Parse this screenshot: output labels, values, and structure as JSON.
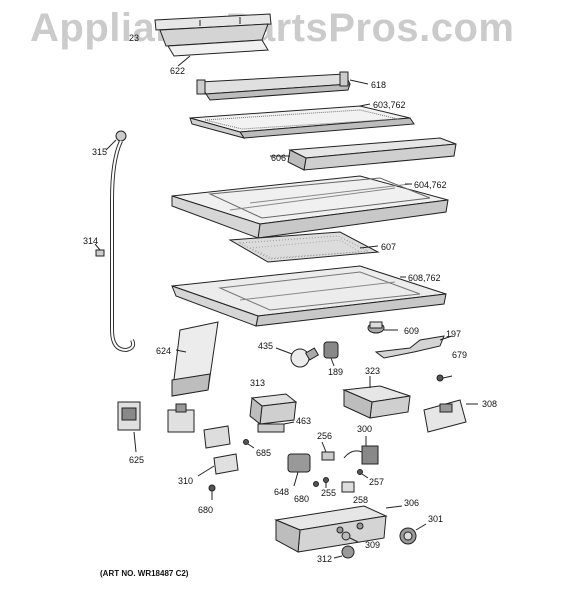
{
  "watermark": "AppliancePartsPros.com",
  "art_number": "(ART NO. WR18487 C2)",
  "colors": {
    "line": "#222222",
    "shade": "#bdbdbd",
    "light": "#e6e6e6",
    "watermark": "#a0a0a0"
  },
  "callouts": {
    "p23": "23",
    "p622": "622",
    "p618": "618",
    "p603_762": "603,762",
    "p315": "315",
    "p606": "606",
    "p604_762": "604,762",
    "p314": "314",
    "p607": "607",
    "p608_762": "608,762",
    "p609": "609",
    "p197": "197",
    "p624": "624",
    "p435": "435",
    "p189": "189",
    "p679": "679",
    "p323": "323",
    "p313": "313",
    "p308": "308",
    "p463": "463",
    "p300": "300",
    "p256": "256",
    "p685": "685",
    "p625": "625",
    "p257": "257",
    "p310": "310",
    "p648": "648",
    "p680a": "680",
    "p255": "255",
    "p258": "258",
    "p306": "306",
    "p680b": "680",
    "p301": "301",
    "p309": "309",
    "p312": "312"
  }
}
